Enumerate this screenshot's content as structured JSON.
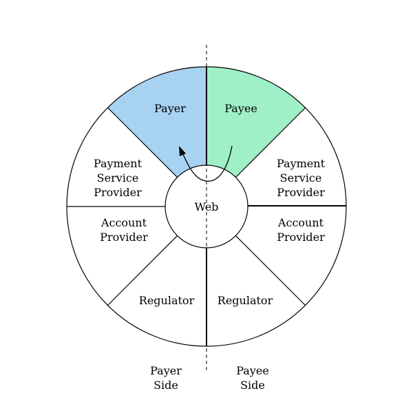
{
  "segments": {
    "payer": "Payer",
    "payee": "Payee",
    "psp_left": [
      "Payment",
      "Service",
      "Provider"
    ],
    "psp_right": [
      "Payment",
      "Service",
      "Provider"
    ],
    "account_left": [
      "Account",
      "Provider"
    ],
    "account_right": [
      "Account",
      "Provider"
    ],
    "regulator_left": "Regulator",
    "regulator_right": "Regulator"
  },
  "center": "Web",
  "sides": {
    "payer": [
      "Payer",
      "Side"
    ],
    "payee": [
      "Payee",
      "Side"
    ]
  },
  "colors": {
    "payer": "#a8d2f2",
    "payee": "#9ff0c6"
  }
}
